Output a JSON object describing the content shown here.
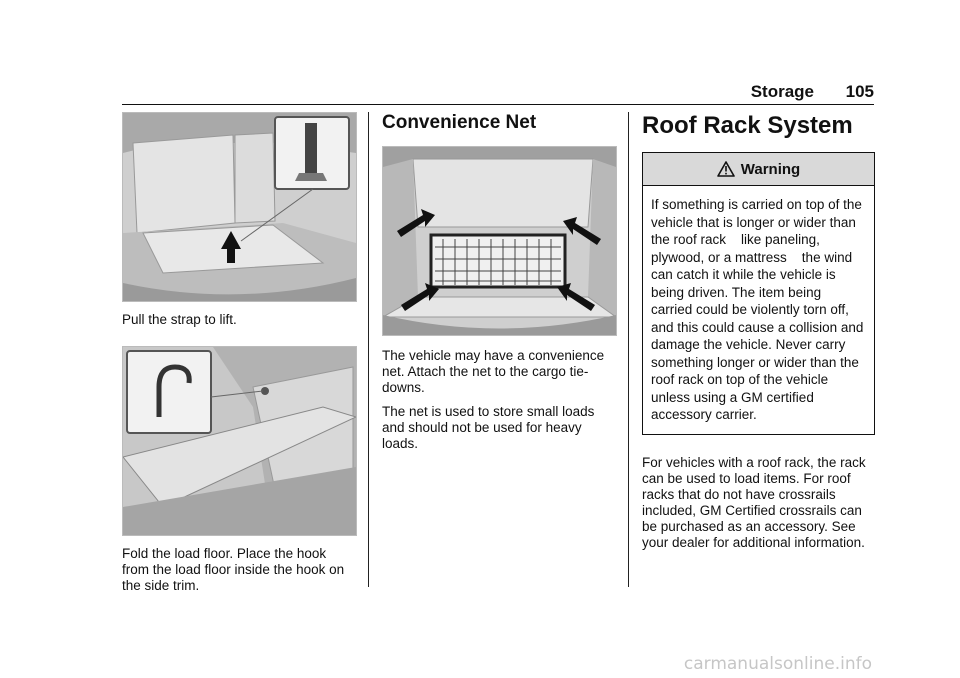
{
  "header": {
    "section": "Storage",
    "page": "105"
  },
  "col1": {
    "caption1": "Pull the strap to lift.",
    "caption2": "Fold the load floor. Place the hook from the load floor inside the hook on the side trim."
  },
  "col2": {
    "title": "Convenience Net",
    "para1": "The vehicle may have a convenience net. Attach the net to the cargo tie-downs.",
    "para2": "The net is used to store small loads and should not be used for heavy loads."
  },
  "col3": {
    "title": "Roof Rack System",
    "warning_label": "Warning",
    "warning_text": "If something is carried on top of the vehicle that is longer or wider than the roof rack    like paneling, plywood, or a mattress    the wind can catch it while the vehicle is being driven. The item being carried could be violently torn off, and this could cause a collision and damage the vehicle. Never carry something longer or wider than the roof rack on top of the vehicle unless using a GM certified accessory carrier.",
    "para": "For vehicles with a roof rack, the rack can be used to load items. For roof racks that do not have crossrails included, GM Certified crossrails can be purchased as an accessory. See your dealer for additional information."
  },
  "watermark": "carmanualsonline.info"
}
